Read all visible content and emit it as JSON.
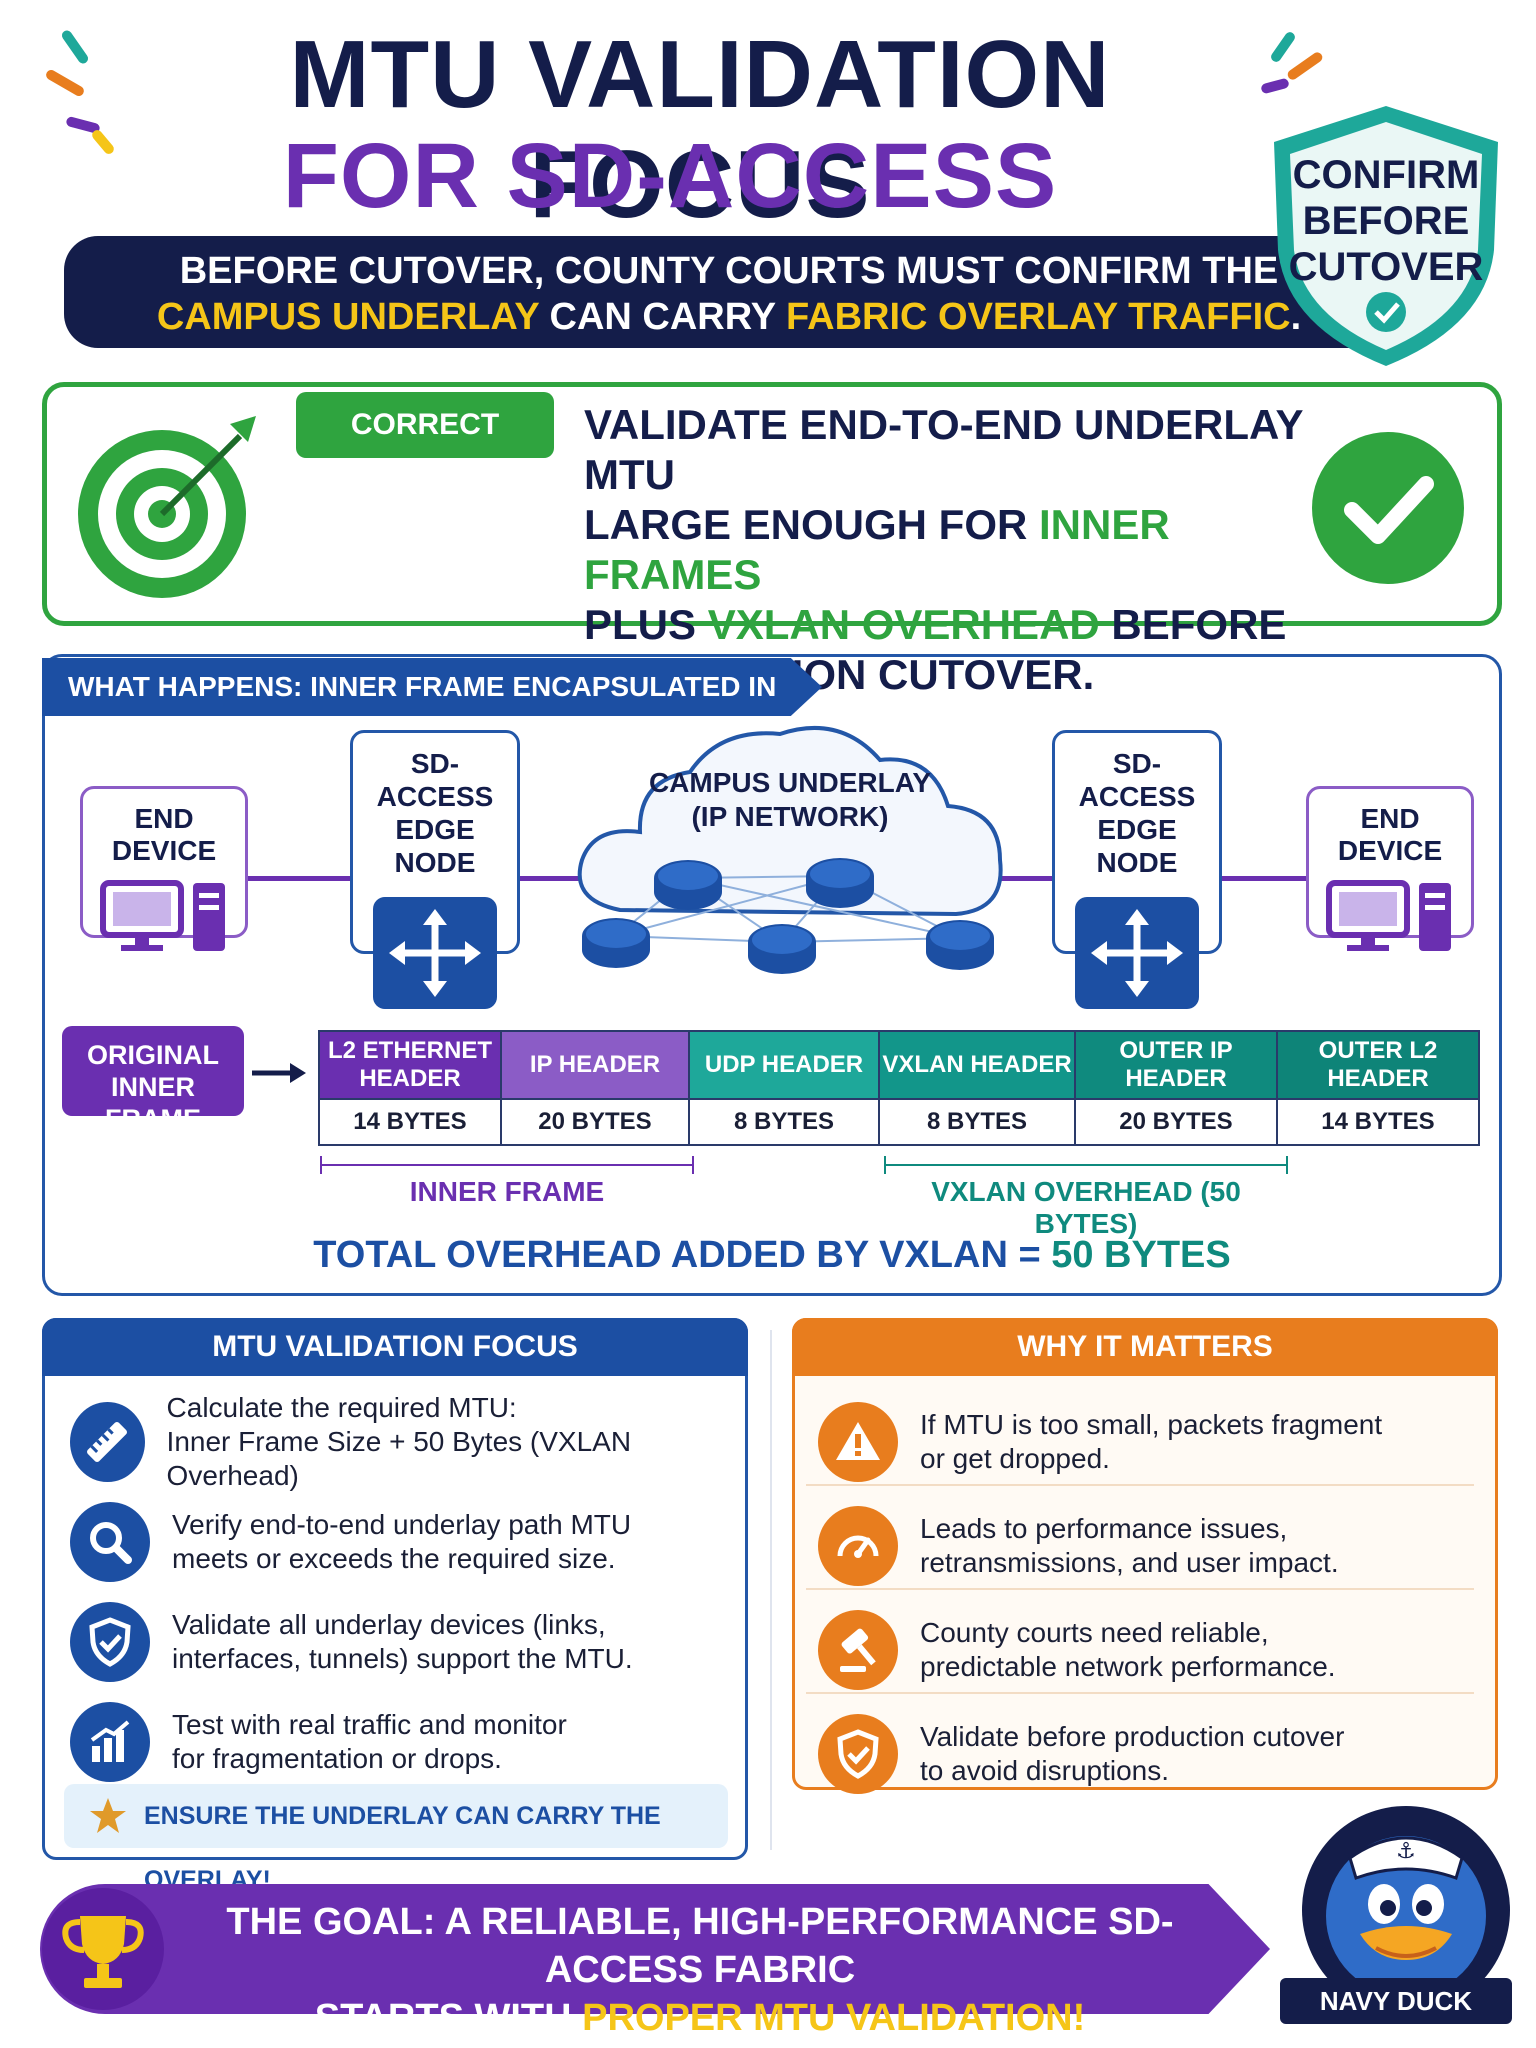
{
  "header": {
    "title_line1": "MTU VALIDATION FOCUS",
    "title_line2": "FOR SD-ACCESS VXLAN",
    "banner_line1": "BEFORE CUTOVER, COUNTY COURTS MUST CONFIRM THE",
    "banner_hl1": "CAMPUS UNDERLAY",
    "banner_mid": " CAN CARRY ",
    "banner_hl2": "FABRIC OVERLAY TRAFFIC",
    "banner_end": ".",
    "shield_line1": "CONFIRM",
    "shield_line2": "BEFORE",
    "shield_line3": "CUTOVER"
  },
  "answer": {
    "tag": "CORRECT ANSWER",
    "line1": "VALIDATE END-TO-END UNDERLAY MTU",
    "line2a": "LARGE ENOUGH FOR ",
    "line2b": "INNER FRAMES",
    "line3a": "PLUS ",
    "line3b": "VXLAN OVERHEAD",
    "line3c": " BEFORE",
    "line4": "PRODUCTION CUTOVER."
  },
  "diagram": {
    "tag": "WHAT HAPPENS: INNER FRAME ENCAPSULATED IN VXLAN",
    "end_device_left": "END DEVICE",
    "edge_left_1": "SD-ACCESS",
    "edge_left_2": "EDGE NODE",
    "cloud_1": "CAMPUS UNDERLAY",
    "cloud_2": "(IP NETWORK)",
    "edge_right_1": "SD-ACCESS",
    "edge_right_2": "EDGE NODE",
    "end_device_right": "END DEVICE",
    "original_1": "ORIGINAL",
    "original_2": "INNER FRAME",
    "headers": [
      {
        "name": "L2 ETHERNET HEADER",
        "size": "14 BYTES",
        "color": "#6a2fb0"
      },
      {
        "name": "IP HEADER",
        "size": "20 BYTES",
        "color": "#8b5cc6"
      },
      {
        "name": "UDP HEADER",
        "size": "8 BYTES",
        "color": "#1ea89a"
      },
      {
        "name": "VXLAN HEADER",
        "size": "8 BYTES",
        "color": "#12968a"
      },
      {
        "name": "OUTER IP HEADER",
        "size": "20 BYTES",
        "color": "#0f8a7e"
      },
      {
        "name": "OUTER L2 HEADER",
        "size": "14 BYTES",
        "color": "#0e8478"
      }
    ],
    "inner_label": "INNER FRAME",
    "overhead_label": "VXLAN OVERHEAD (50 BYTES)",
    "total_a": "TOTAL OVERHEAD ADDED BY VXLAN = ",
    "total_b": "50 BYTES"
  },
  "focus": {
    "title": "MTU VALIDATION FOCUS",
    "items": [
      {
        "l1": "Calculate the required MTU:",
        "l2": "Inner Frame Size + 50 Bytes (VXLAN Overhead)",
        "icon": "ruler-icon"
      },
      {
        "l1": "Verify end-to-end underlay path MTU",
        "l2": "meets or exceeds the required size.",
        "icon": "magnifier-icon"
      },
      {
        "l1": "Validate all underlay devices (links,",
        "l2": "interfaces, tunnels) support the MTU.",
        "icon": "shield-check-icon"
      },
      {
        "l1": "Test with real traffic and monitor",
        "l2": "for fragmentation or drops.",
        "icon": "chart-icon"
      }
    ],
    "ensure": "ENSURE THE UNDERLAY CAN CARRY THE OVERLAY!"
  },
  "why": {
    "title": "WHY IT MATTERS",
    "items": [
      {
        "l1": "If MTU is too small, packets fragment",
        "l2": "or get dropped.",
        "icon": "warning-icon"
      },
      {
        "l1": "Leads to performance issues,",
        "l2": "retransmissions, and user impact.",
        "icon": "gauge-icon"
      },
      {
        "l1": "County courts need reliable,",
        "l2": "predictable network performance.",
        "icon": "gavel-icon"
      },
      {
        "l1": "Validate before production cutover",
        "l2": "to avoid disruptions.",
        "icon": "shield-check-icon"
      }
    ]
  },
  "goal": {
    "line1": "THE GOAL: A RELIABLE, HIGH-PERFORMANCE SD-ACCESS FABRIC",
    "line2a": "STARTS WITH ",
    "line2b": "PROPER MTU VALIDATION!"
  },
  "mascot": {
    "label": "NAVY DUCK"
  },
  "colors": {
    "navy": "#141d4a",
    "purple": "#6a2fb0",
    "green": "#2fa43f",
    "blue": "#1c4fa3",
    "teal": "#0f8a7e",
    "orange": "#e87d1e",
    "yellow": "#f5c518"
  }
}
